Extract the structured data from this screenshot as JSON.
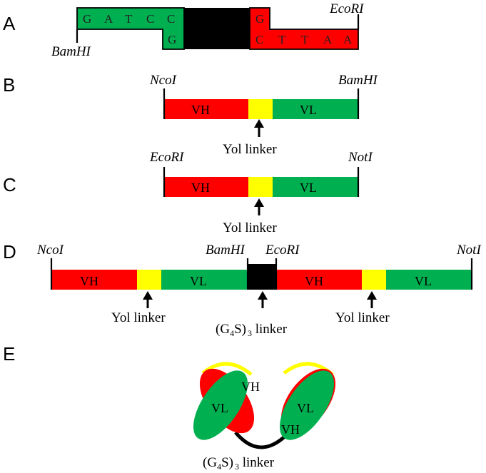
{
  "panels": {
    "a": {
      "letter": "A",
      "site_left": "BamHI",
      "site_right": "EcoRI",
      "top_left_seq": [
        "G",
        "A",
        "T",
        "C",
        "C"
      ],
      "bottom_left_seq": [
        "G"
      ],
      "top_right_seq": [
        "G"
      ],
      "bottom_right_seq": [
        "C",
        "T",
        "T",
        "A",
        "A"
      ]
    },
    "b": {
      "letter": "B",
      "site_left": "NcoI",
      "site_right": "BamHI",
      "vh": "VH",
      "vl": "VL",
      "linker": "Yol linker"
    },
    "c": {
      "letter": "C",
      "site_left": "EcoRI",
      "site_right": "NotI",
      "vh": "VH",
      "vl": "VL",
      "linker": "Yol linker"
    },
    "d": {
      "letter": "D",
      "site_1": "NcoI",
      "site_2": "BamHI",
      "site_3": "EcoRI",
      "site_4": "NotI",
      "vh_1": "VH",
      "vl_1": "VL",
      "vh_2": "VH",
      "vl_2": "VL",
      "linker_1": "Yol linker",
      "linker_2": "Yol linker",
      "g4s_prefix": "(G",
      "g4s_sub": "4",
      "g4s_mid": "S)",
      "g4s_sub2": "3",
      "g4s_suffix": " linker"
    },
    "e": {
      "letter": "E",
      "vl_1": "VL",
      "vh_1": "VH",
      "vl_2": "VL",
      "vh_2": "VH",
      "g4s_prefix": "(G",
      "g4s_sub": "4",
      "g4s_mid": "S)",
      "g4s_sub2": "3",
      "g4s_suffix": " linker"
    }
  },
  "colors": {
    "vh": "#ff0000",
    "vl": "#00b050",
    "yol_linker": "#ffff00",
    "g4s_linker": "#000000"
  }
}
